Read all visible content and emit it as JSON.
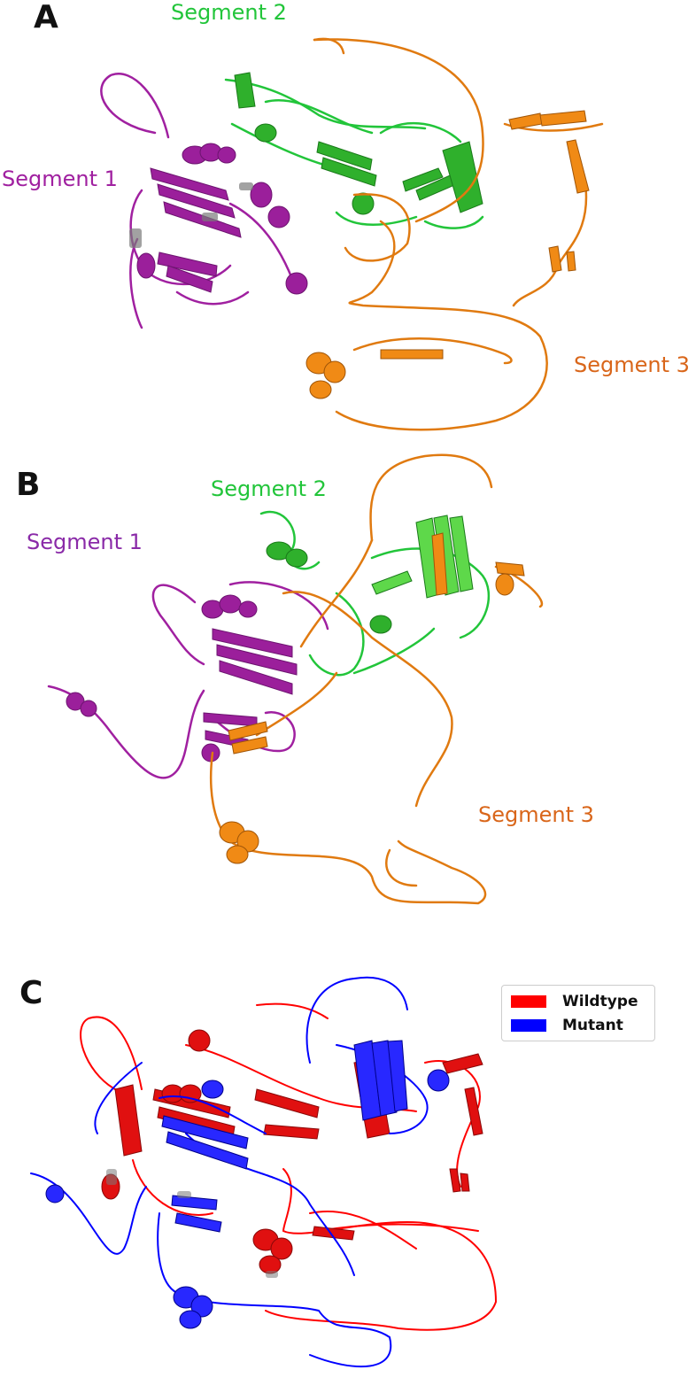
{
  "panels": {
    "a": {
      "letter": "A",
      "segment_1": "Segment 1",
      "segment_2": "Segment 2",
      "segment_3": "Segment 3"
    },
    "b": {
      "letter": "B",
      "segment_1": "Segment 1",
      "segment_2": "Segment 2",
      "segment_3": "Segment 3"
    },
    "c": {
      "letter": "C",
      "legend": {
        "wildtype": "Wildtype",
        "mutant": "Mutant"
      }
    }
  },
  "colors": {
    "segment_1": "#a020a0",
    "segment_2": "#22c53a",
    "segment_3": "#e07a10",
    "wildtype": "#ff0000",
    "mutant": "#0000ff",
    "helix_shade": "#7a7a7a"
  }
}
